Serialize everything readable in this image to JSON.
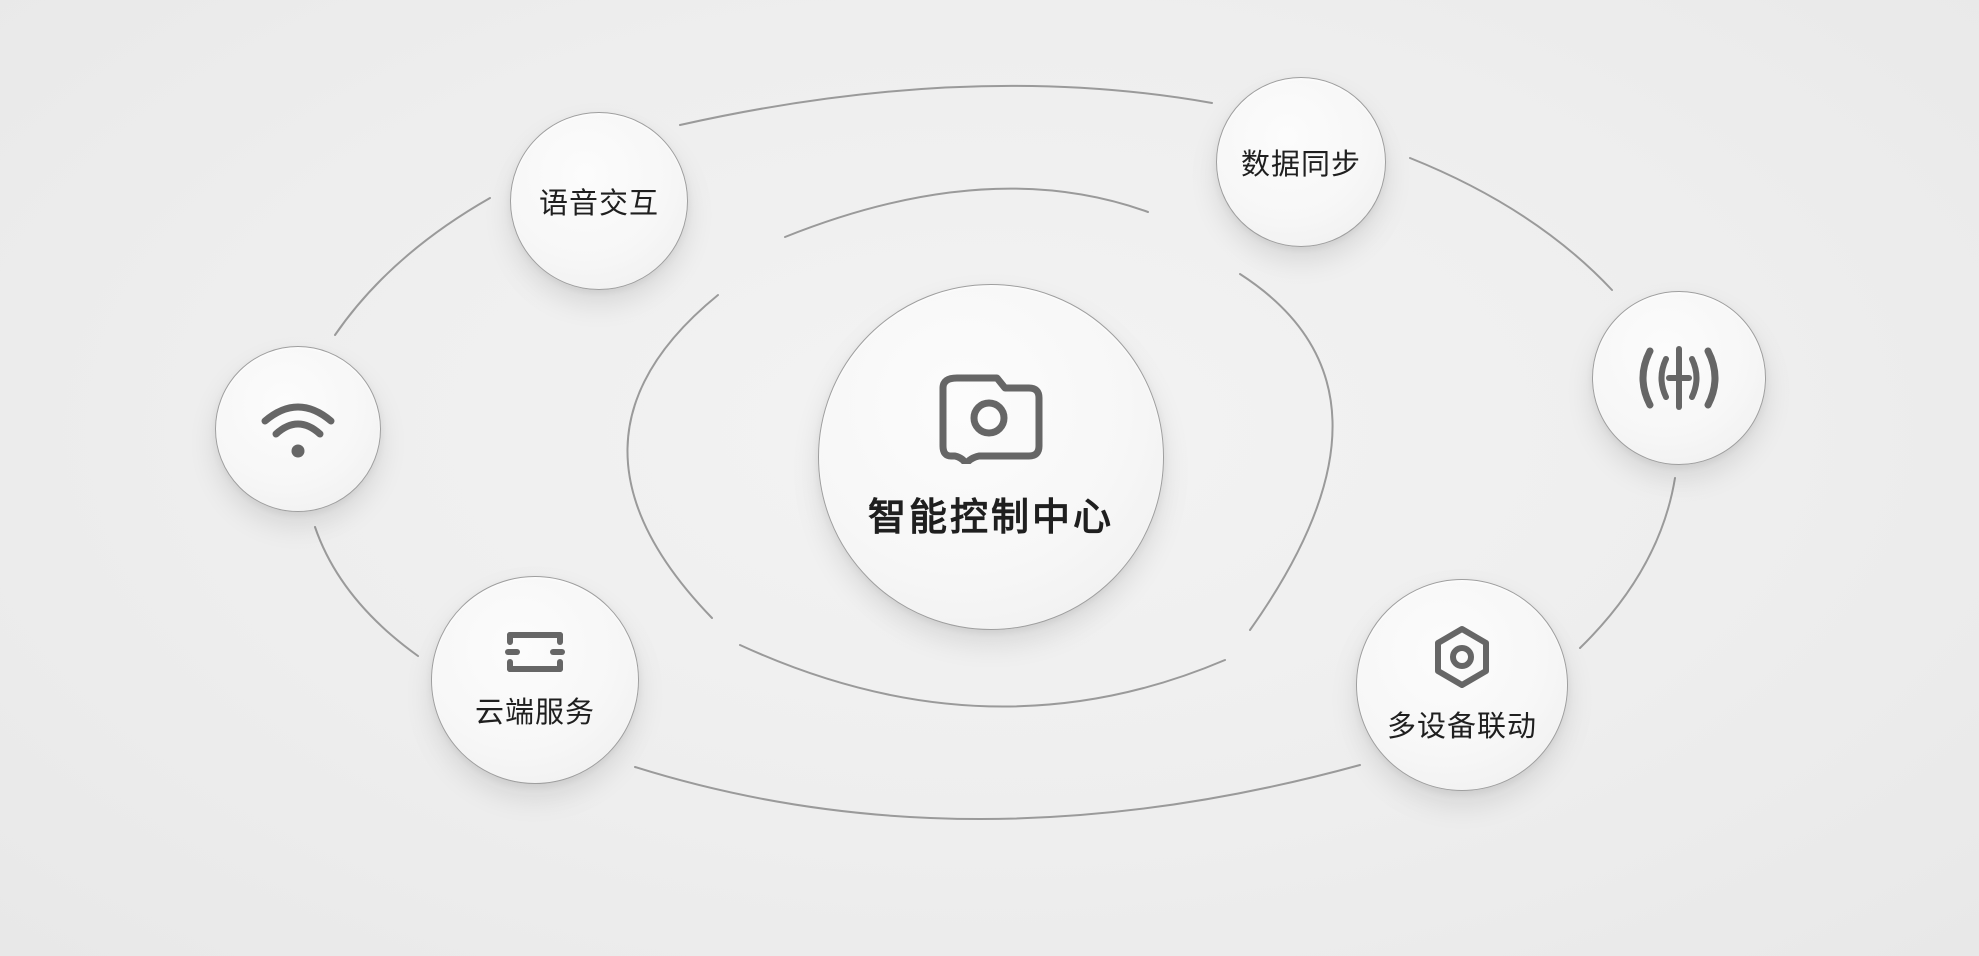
{
  "center": {
    "label": "智能控制中心",
    "icon": "camera-icon"
  },
  "nodes": [
    {
      "id": "voice",
      "label": "语音交互",
      "icon": ""
    },
    {
      "id": "sync",
      "label": "数据同步",
      "icon": ""
    },
    {
      "id": "wifi",
      "label": "",
      "icon": "wifi-icon"
    },
    {
      "id": "signal",
      "label": "",
      "icon": "broadcast-signal-icon"
    },
    {
      "id": "cloud",
      "label": "云端服务",
      "icon": "server-rack-icon"
    },
    {
      "id": "multi",
      "label": "多设备联动",
      "icon": "hexagon-nut-icon"
    }
  ],
  "colors": {
    "background": "#eeeeee",
    "node_fill": "#f7f7f7",
    "line": "#9a9a9a",
    "icon": "#666666",
    "text": "#1f1f1f"
  }
}
